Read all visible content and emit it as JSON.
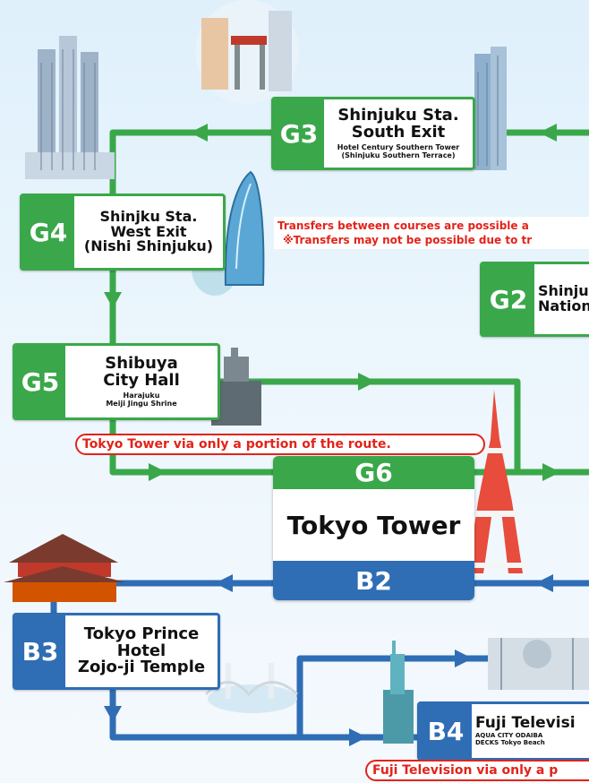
{
  "colors": {
    "green_route": "#3aa84a",
    "blue_route": "#2f6db5",
    "notice_red": "#e2231a"
  },
  "stops": {
    "g3": {
      "code": "G3",
      "name1": "Shinjuku Sta.",
      "name2": "South Exit",
      "sub1": "Hotel Century Southern Tower",
      "sub2": "(Shinjuku Southern Terrace)"
    },
    "g4": {
      "code": "G4",
      "name1": "Shinjku Sta.",
      "name2": "West Exit",
      "name3": "(Nishi Shinjuku)"
    },
    "g2": {
      "code": "G2",
      "name1": "Shinju",
      "name2": "Nation"
    },
    "g5": {
      "code": "G5",
      "name1": "Shibuya",
      "name2": "City Hall",
      "sub1": "Harajuku",
      "sub2": "Meiji Jingu Shrine"
    },
    "g6b2": {
      "code_top": "G6",
      "name": "Tokyo Tower",
      "code_bottom": "B2"
    },
    "b3": {
      "code": "B3",
      "name1": "Tokyo Prince",
      "name2": "Hotel",
      "name3": "Zojo-ji Temple"
    },
    "b4": {
      "code": "B4",
      "name1": "Fuji Televisi",
      "sub1": "AQUA CITY ODAIBA",
      "sub2": "DECKS Tokyo Beach"
    }
  },
  "notices": {
    "transfer1": "Transfers between courses are possible a",
    "transfer2": "※Transfers may not be possible due to tr",
    "tokyo_tower_partial": "Tokyo Tower via only a portion of the route.",
    "fuji_partial": "Fuji Television via only a p"
  },
  "illustrations": {
    "shinjuku_street": "shinjuku-street-illustration",
    "tocho": "tokyo-metropolitan-government-building-illustration",
    "cocoon_tower": "mode-gakuen-cocoon-tower-illustration",
    "southern_tower": "southern-tower-illustration",
    "statue": "shibuya-statue-illustration",
    "tokyo_tower": "tokyo-tower-illustration",
    "zojoji": "zojo-ji-temple-illustration",
    "rainbow_bridge": "rainbow-bridge-illustration",
    "liberty": "statue-of-liberty-odaiba-illustration",
    "fuji_tv": "fuji-television-building-illustration"
  }
}
